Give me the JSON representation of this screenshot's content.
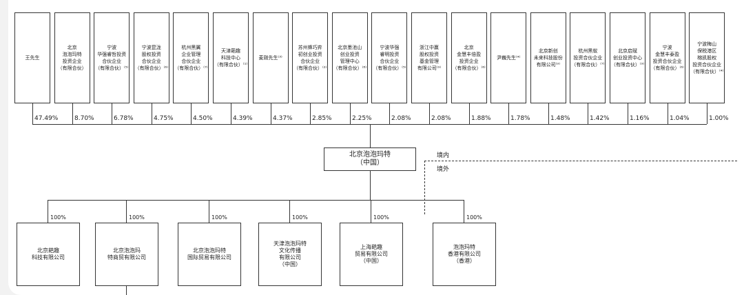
{
  "shareholders": [
    {
      "name": "王先生",
      "percent": "47.49%"
    },
    {
      "name": "北京\n泡泡玛特\n投资企业\n（有限合伙）",
      "percent": "8.70%"
    },
    {
      "name": "宁波\n华强睿哲投资\n合伙企业\n（有限合伙）⁽⁵⁾",
      "percent": "6.78%"
    },
    {
      "name": "宁波昆泷\n股权投资\n合伙企业\n（有限合伙）⁽⁶⁾",
      "percent": "4.75%"
    },
    {
      "name": "杭州黑翼\n企业管理\n合伙企业\n（有限合伙）⁽⁷⁾",
      "percent": "4.50%"
    },
    {
      "name": "天津葩趣\n科技中心\n（有限合伙）⁽¹⁾",
      "percent": "4.39%"
    },
    {
      "name": "麦刚先生⁽³⁾",
      "percent": "4.37%"
    },
    {
      "name": "苏州蜂巧弈\n初创业投资\n合伙企业\n（有限合伙）⁽²⁾",
      "percent": "2.85%"
    },
    {
      "name": "北京墨池山\n创业投资\n管理中心\n（有限合伙）⁽⁸⁾",
      "percent": "2.25%"
    },
    {
      "name": "宁波华强\n睿明投资\n合伙企业\n（有限合伙）⁽⁵⁾",
      "percent": "2.08%"
    },
    {
      "name": "浙江中赢\n股权投资\n基金管理\n有限公司⁽⁹⁾",
      "percent": "2.08%"
    },
    {
      "name": "北京\n金慧丰倍盈\n投资企业\n（有限合伙）⁽⁶⁾",
      "percent": "1.88%"
    },
    {
      "name": "尹巍先生⁽⁴⁾",
      "percent": "1.78%"
    },
    {
      "name": "北京新创\n未来科技股份\n有限公司⁽⁹⁾",
      "percent": "1.48%"
    },
    {
      "name": "杭州黑蚁\n投资合伙企业\n（有限合伙）⁽⁷⁾",
      "percent": "1.42%"
    },
    {
      "name": "北京启赋\n创业投资中心\n（有限合伙）⁽⁹⁾",
      "percent": "1.16%"
    },
    {
      "name": "宁波\n金慧丰泰盈\n投资合伙企业\n（有限合伙）⁽⁶⁾",
      "percent": "1.04%"
    },
    {
      "name": "宁波梅山\n保税港区\n榕凯股权\n投资合伙企业\n（有限合伙）⁽⁴⁾",
      "percent": "1.00%"
    }
  ],
  "center": {
    "name": "北京泡泡玛特\n（中国）"
  },
  "regions": {
    "domestic": "境内",
    "overseas": "境外"
  },
  "subsidiaries": [
    {
      "name": "北京葩趣\n科技有限公司",
      "percent": "100%"
    },
    {
      "name": "北京泡泡玛\n特商贸有限公司",
      "percent": "100%"
    },
    {
      "name": "北京泡泡玛特\n国际贸易有限公司",
      "percent": "100%"
    },
    {
      "name": "天津泡泡玛特\n文化传播\n有限公司\n（中国）",
      "percent": "100%"
    },
    {
      "name": "上海葩趣\n贸易有限公司\n（中国）",
      "percent": "100%"
    },
    {
      "name": "泡泡玛特\n香港有限公司\n（香港）",
      "percent": "100%"
    }
  ]
}
